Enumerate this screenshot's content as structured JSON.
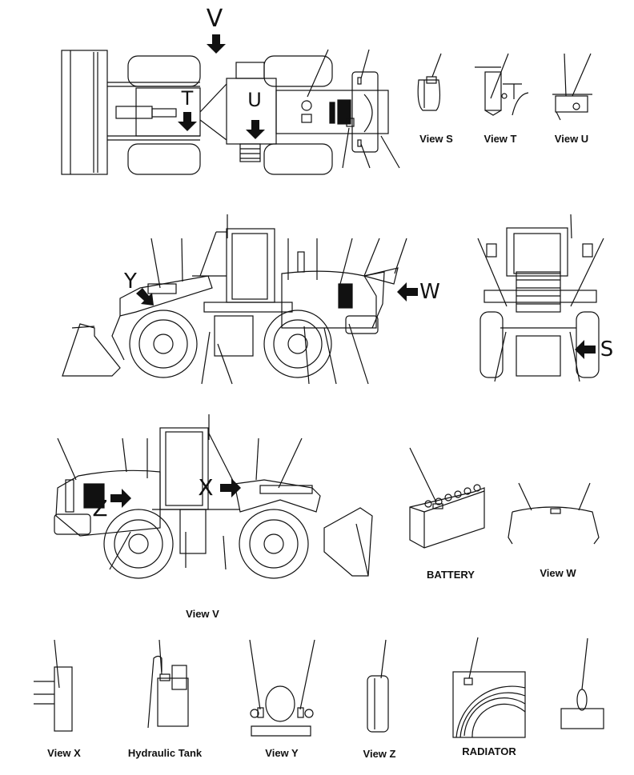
{
  "diagram": {
    "type": "decal-location-diagram",
    "subject": "wheel loader",
    "views": {
      "top": {
        "arrows": [
          "V",
          "T",
          "U"
        ]
      },
      "left_side": {
        "arrows": [
          "Y",
          "W"
        ]
      },
      "rear": {
        "arrows": [
          "S"
        ]
      },
      "right_side": {
        "arrows": [
          "Z",
          "X"
        ],
        "caption": "View V"
      }
    },
    "detail_captions": {
      "view_s": "View S",
      "view_t": "View T",
      "view_u": "View U",
      "battery": "BATTERY",
      "view_w": "View W",
      "view_v": "View V",
      "view_x": "View X",
      "hydraulic_tank": "Hydraulic Tank",
      "view_y": "View Y",
      "view_z": "View Z",
      "radiator": "RADIATOR"
    },
    "arrow_letters": {
      "v": "V",
      "t": "T",
      "u": "U",
      "y": "Y",
      "w": "W",
      "s": "S",
      "z": "Z",
      "x": "X"
    },
    "colors": {
      "line": "#111111",
      "background": "#ffffff"
    }
  }
}
